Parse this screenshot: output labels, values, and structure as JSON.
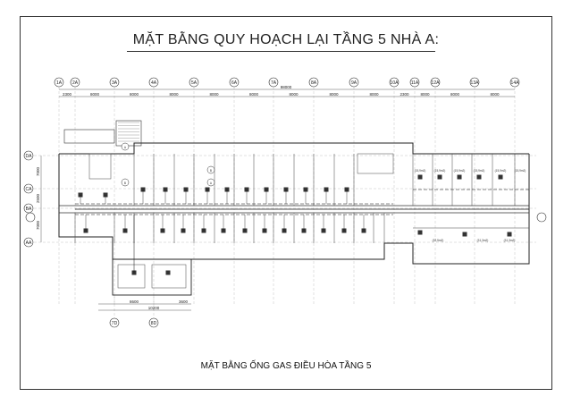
{
  "title": "MẶT BẰNG QUY HOẠCH LẠI TẦNG 5 NHÀ A:",
  "subtitle": "MẶT BẰNG ỐNG GAS ĐIỀU HÒA TẦNG 5",
  "grid_top": [
    "1A",
    "2A",
    "3A",
    "4A",
    "5A",
    "6A",
    "7A",
    "8A",
    "9A",
    "10A",
    "11A",
    "12A",
    "13A",
    "14A"
  ],
  "grid_left": [
    "DA",
    "CA",
    "BA",
    "AA"
  ],
  "grid_bottom": [
    "7D",
    "8D"
  ],
  "overall_dim": "98000",
  "top_dims": [
    "2300",
    "8000",
    "8000",
    "8000",
    "8000",
    "8000",
    "8000",
    "8000",
    "8000",
    "2300",
    "8000",
    "8000",
    "8000",
    "8000"
  ],
  "bottom_dims": [
    "8600",
    "10200",
    "3600"
  ],
  "left_dims": [
    "7000",
    "2500",
    "7000"
  ],
  "room_labels": [
    "(15,9m2)",
    "(15,9m2)",
    "(15,9m2)",
    "(15,9m2)",
    "(15,9m2)",
    "(15,9m2)",
    "(32,5m2)",
    "(31,3m2)",
    "(31,3m2)"
  ],
  "section_marks": [
    "A",
    "B",
    "A",
    "B"
  ]
}
